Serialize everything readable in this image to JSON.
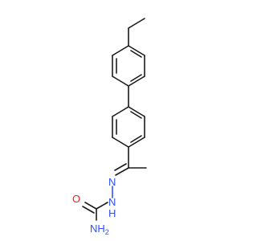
{
  "molecule": {
    "atoms": {
      "carbonyl_oxygen": {
        "label": "O",
        "color": "#e8251a"
      },
      "hydrazone_nitrogen": {
        "label": "N",
        "color": "#3050f8"
      },
      "nh_nitrogen": {
        "label": "N",
        "h_label": "H",
        "color": "#3050f8"
      },
      "amide_nitrogen": {
        "label": "NH",
        "subscript": "2",
        "color": "#3050f8"
      }
    },
    "colors": {
      "bond": "#1a1a1a",
      "nitrogen": "#3050f8",
      "oxygen": "#e8251a",
      "background": "#ffffff"
    }
  }
}
